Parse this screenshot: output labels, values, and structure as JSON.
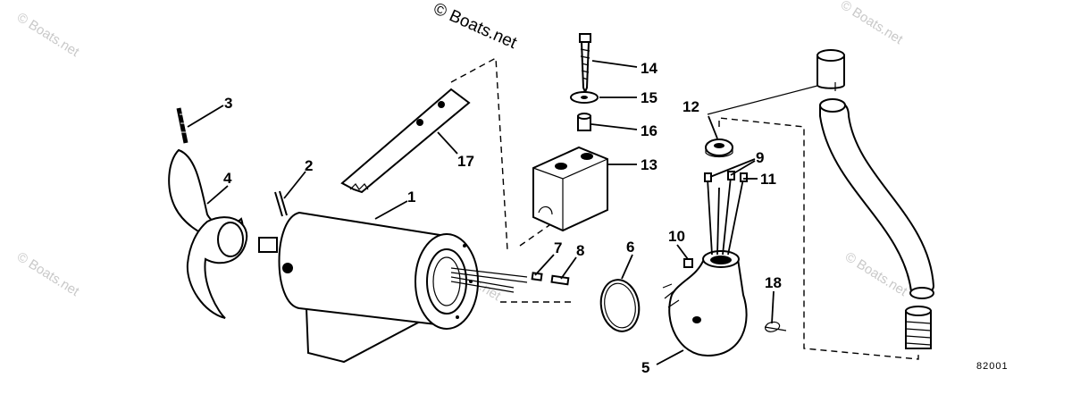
{
  "watermark": {
    "main": "© Boats.net",
    "repeat": "© Boats.net"
  },
  "catalog_number": "82001",
  "callouts": [
    {
      "id": "c1",
      "label": "1"
    },
    {
      "id": "c2",
      "label": "2"
    },
    {
      "id": "c3",
      "label": "3"
    },
    {
      "id": "c4",
      "label": "4"
    },
    {
      "id": "c5",
      "label": "5"
    },
    {
      "id": "c6",
      "label": "6"
    },
    {
      "id": "c7",
      "label": "7"
    },
    {
      "id": "c8",
      "label": "8"
    },
    {
      "id": "c9",
      "label": "9"
    },
    {
      "id": "c10",
      "label": "10"
    },
    {
      "id": "c11",
      "label": "11"
    },
    {
      "id": "c12",
      "label": "12"
    },
    {
      "id": "c13",
      "label": "13"
    },
    {
      "id": "c14",
      "label": "14"
    },
    {
      "id": "c15",
      "label": "15"
    },
    {
      "id": "c16",
      "label": "16"
    },
    {
      "id": "c17",
      "label": "17"
    },
    {
      "id": "c18",
      "label": "18"
    }
  ]
}
